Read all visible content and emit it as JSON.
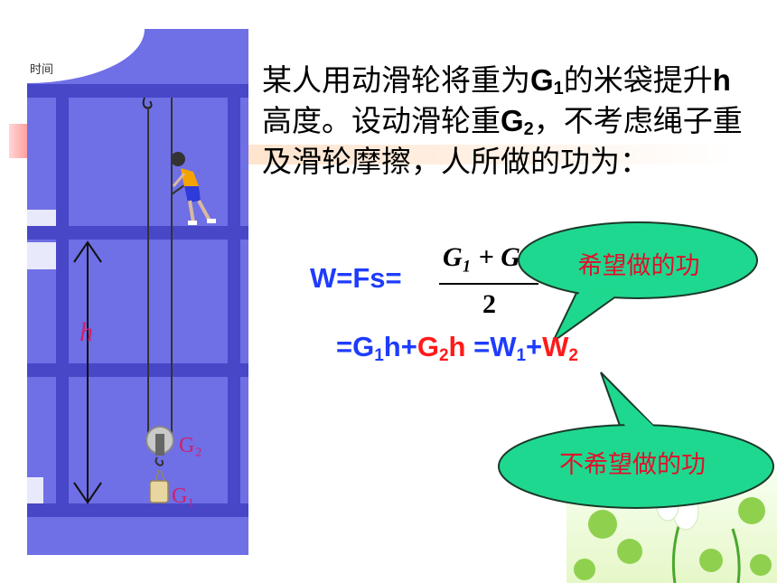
{
  "illustration": {
    "corner_label": "时间",
    "label_h": "h",
    "label_g2": "G₂",
    "label_g1": "G₁"
  },
  "paragraph": {
    "p1": "某人用动滑轮将重为",
    "g": "G",
    "sub1": "1",
    "p2": "的米袋提升",
    "h": "h",
    "p3": "高度。设动滑轮重",
    "sub2": "2",
    "p4": "，不考虑绳子重及滑轮摩擦，人所做的功为："
  },
  "formula": {
    "lhs": "W=Fs=",
    "numerator": "G₁ + G",
    "denominator": "2",
    "line2": {
      "eq": "=G",
      "s1": "1",
      "h1": "h+",
      "g2": "G",
      "s2": "2",
      "h2": "h",
      "eq2": " =W",
      "s3": "1",
      "plus": "+",
      "w2": "W",
      "s4": "2"
    }
  },
  "callouts": {
    "wanted": "希望做的功",
    "unwanted": "不希望做的功"
  },
  "colors": {
    "illustration_bg": "#6f6fe6",
    "structure": "#4747c8",
    "formula_blue": "#1e3cff",
    "highlight_red": "#ff1a1a",
    "callout_fill": "#1fd88f",
    "callout_text": "#e0102a"
  }
}
